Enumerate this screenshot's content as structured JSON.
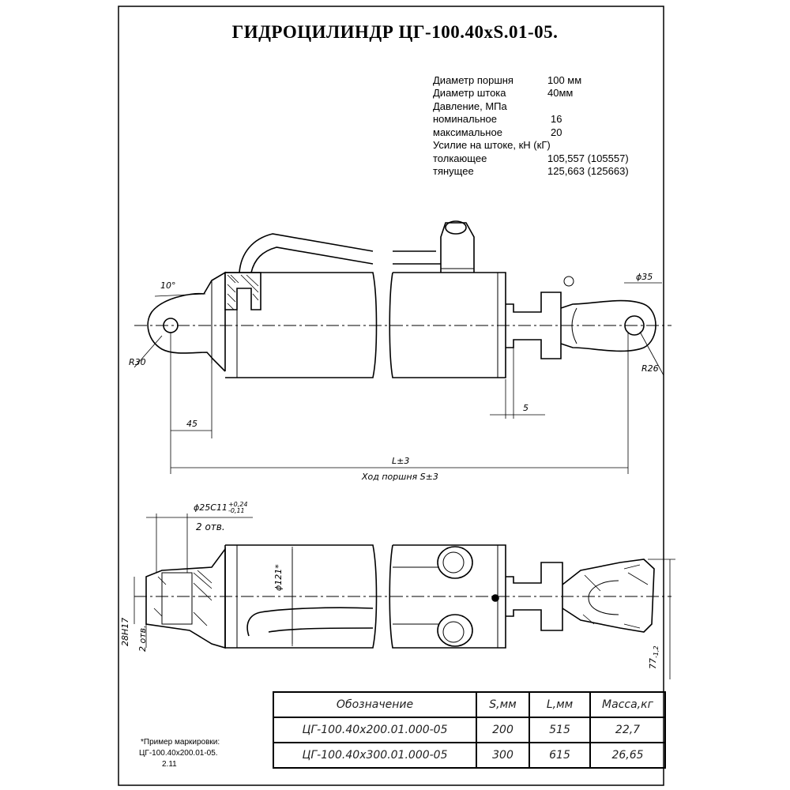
{
  "title": "ГИДРОЦИЛИНДР ЦГ-100.40хS.01-05.",
  "specs": [
    {
      "label": "Диаметр поршня",
      "value": "100 мм"
    },
    {
      "label": "Диаметр штока",
      "value": "40мм"
    },
    {
      "label": "Давление, МПа",
      "value": ""
    },
    {
      "label": "номинальное",
      "value": "16"
    },
    {
      "label": "максимальное",
      "value": "20"
    },
    {
      "label": "Усилие на штоке, кН (кГ)",
      "value": ""
    },
    {
      "label": "толкающее",
      "value": "105,557 (105557)"
    },
    {
      "label": "тянущее",
      "value": "125,663 (125663)"
    }
  ],
  "dimensions": {
    "angle": "10°",
    "r30": "R30",
    "d35": "ϕ35",
    "r26": "R26",
    "d45": "45",
    "d5": "5",
    "length": "L±3",
    "stroke": "Ход поршня S±3",
    "hole_dia": "ϕ25C11",
    "hole_tol_upper": "+0,24",
    "hole_tol_lower": "-0,11",
    "holes_top": "2 отв.",
    "bore": "ϕ121*",
    "slot": "28H17",
    "holes_side": "2 отв.",
    "d77": "77",
    "d77_tol": "-1,2"
  },
  "table": {
    "headers": [
      "Обозначение",
      "S,мм",
      "L,мм",
      "Масса,кг"
    ],
    "rows": [
      [
        "ЦГ-100.40х200.01.000-05",
        "200",
        "515",
        "22,7"
      ],
      [
        "ЦГ-100.40х300.01.000-05",
        "300",
        "615",
        "26,65"
      ]
    ]
  },
  "marking_note": {
    "line1": "*Пример маркировки:",
    "line2": "ЦГ-100.40х200.01-05.",
    "line3": "2.11"
  }
}
